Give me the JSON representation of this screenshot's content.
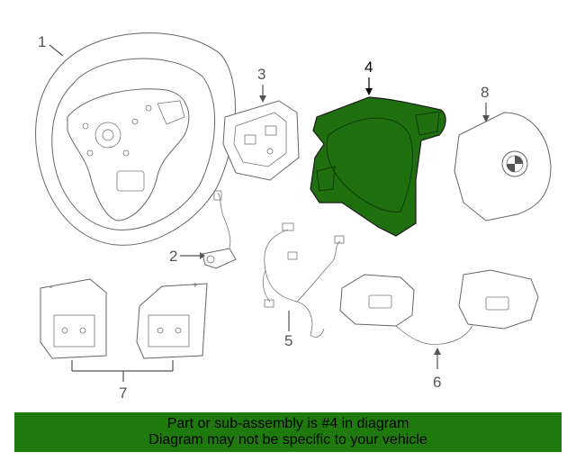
{
  "callouts": {
    "c1": "1",
    "c2": "2",
    "c3": "3",
    "c4": "4",
    "c5": "5",
    "c6": "6",
    "c7": "7",
    "c8": "8"
  },
  "banner": {
    "line1": "Part or sub-assembly is #4 in diagram",
    "line2": "Diagram may not be specific to your vehicle"
  },
  "colors": {
    "highlight": "#1f6f0f",
    "banner_bg": "#1f7a0e",
    "line": "#555555"
  },
  "badges": {
    "right_button": "-"
  }
}
